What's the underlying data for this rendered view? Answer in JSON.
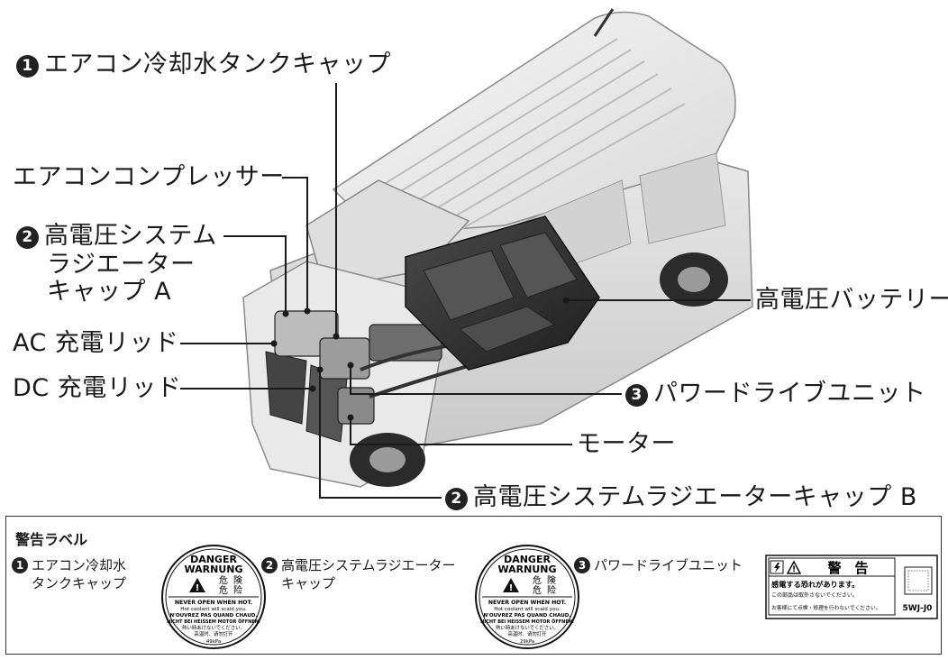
{
  "callouts": {
    "c1_num": "1",
    "c1_text": "エアコン冷却水タンクキャップ",
    "compressor": "エアコンコンプレッサー",
    "c2_num": "2",
    "c2a_line1": "高電圧システム",
    "c2a_line2": "ラジエーター",
    "c2a_line3": "キャップ A",
    "ac_lid": "AC 充電リッド",
    "dc_lid": "DC 充電リッド",
    "battery": "高電圧バッテリー",
    "c3_num": "3",
    "c3_text": "パワードライブユニット",
    "motor": "モーター",
    "c2b_num": "2",
    "c2b_text": "高電圧システムラジエーターキャップ B"
  },
  "legend": {
    "title": "警告ラベル",
    "item1_num": "1",
    "item1_line1": "エアコン冷却水",
    "item1_line2": "タンクキャップ",
    "item2_num": "2",
    "item2_line1": "高電圧システムラジエーター",
    "item2_line2": "キャップ",
    "item3_num": "3",
    "item3_line1": "パワードライブユニット"
  },
  "label_cap1": {
    "danger": "DANGER",
    "warnung": "WARNUNG",
    "kanji1": "危",
    "kanji2": "険",
    "kanji3": "危",
    "kanji4": "险",
    "line1": "NEVER OPEN WHEN HOT.",
    "line2": "Hot coolant will scald you.",
    "line3": "N'OUVREZ PAS QUAND CHAUD.",
    "line4": "NICHT BEI HEISSEM MOTOR ÖFFNEN.",
    "line5": "熱い時あけないでください。",
    "line6": "高温时、请勿打开",
    "pressure": "49kPa"
  },
  "label_cap2": {
    "danger": "DANGER",
    "warnung": "WARNUNG",
    "kanji1": "危",
    "kanji2": "険",
    "kanji3": "危",
    "kanji4": "险",
    "line1": "NEVER OPEN WHEN HOT.",
    "line2": "Hot coolant will scald you.",
    "line3": "N'OUVREZ PAS QUAND CHAUD.",
    "line4": "NICHT BEI HEISSEM MOTOR ÖFFNEN.",
    "line5": "熱い時あけないでください。",
    "line6": "高温时、请勿打开",
    "pressure": "29kPa"
  },
  "label_pdu": {
    "heading": "警　告",
    "line1": "感電する恐れがあります。",
    "line2": "この部品は取外さないでください。",
    "line3": "お客様にて点検・修理を行わないでください。",
    "code": "5WJ-J0"
  },
  "colors": {
    "ink": "#1a1a1a",
    "body": "#e6e6e6",
    "battery": "#3a3a3a",
    "outline": "#777777"
  }
}
